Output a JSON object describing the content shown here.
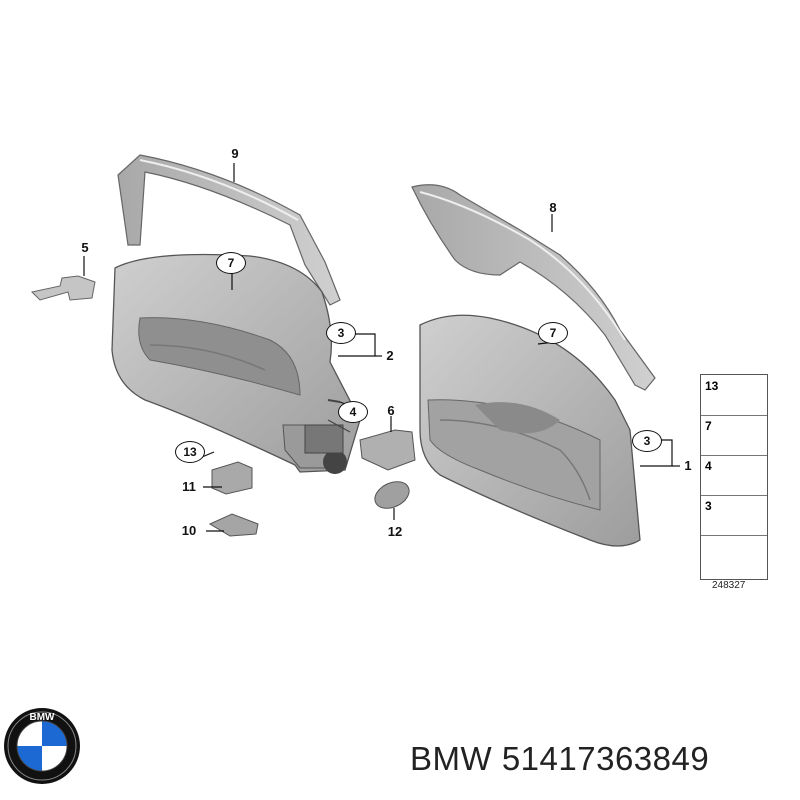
{
  "diagram": {
    "part_callouts": {
      "p1": "1",
      "p2": "2",
      "p3a": "3",
      "p3b": "3",
      "p4": "4",
      "p5": "5",
      "p6": "6",
      "p7a": "7",
      "p7b": "7",
      "p8": "8",
      "p9": "9",
      "p10": "10",
      "p11": "11",
      "p12": "12",
      "p13": "13"
    },
    "legend": {
      "rows": [
        "13",
        "7",
        "4",
        "3"
      ]
    },
    "diagram_code": "248327"
  },
  "footer": {
    "brand": "BMW",
    "part_number": "51417363849",
    "logo_text": "BMW"
  },
  "colors": {
    "part_fill": "#b9b9b9",
    "part_dark": "#8e8e8e",
    "part_light": "#d6d6d6",
    "outline": "#555555",
    "logo_blue": "#1c69d4"
  }
}
